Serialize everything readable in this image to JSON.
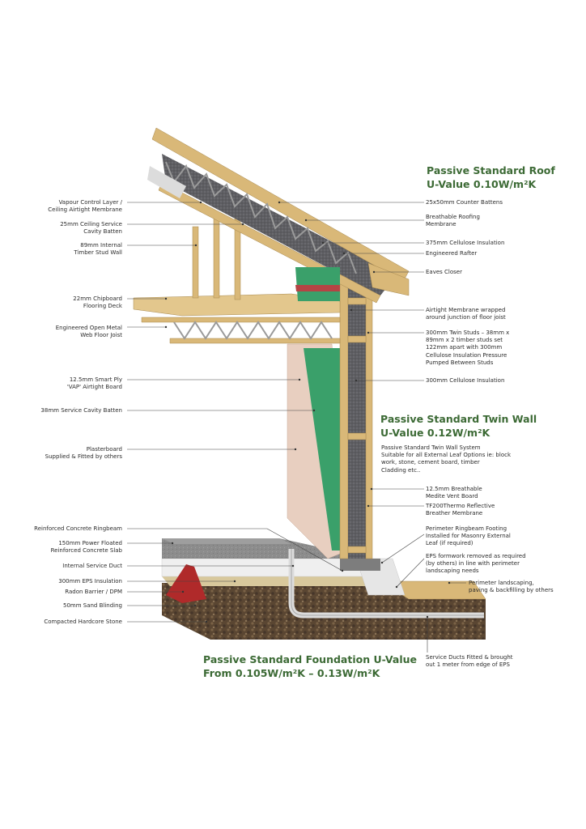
{
  "headings": {
    "roof": "Passive Standard Roof\nU-Value 0.10W/m²K",
    "wall": "Passive Standard Twin Wall\nU-Value 0.12W/m²K",
    "wall_desc": "Passive Standard Twin Wall System\nSuitable for all External Leaf Options ie: block\nwork, stone, cement board, timber\nCladding etc..",
    "foundation": "Passive Standard Foundation U-Value\nFrom 0.105W/m²K – 0.13W/m²K"
  },
  "labels_left": [
    {
      "text": "Vapour Control Layer /\nCeiling Airtight Membrane"
    },
    {
      "text": "25mm Ceiling Service\nCavity Batten"
    },
    {
      "text": "89mm Internal\nTimber Stud Wall"
    },
    {
      "text": "22mm Chipboard\nFlooring Deck"
    },
    {
      "text": "Engineered Open Metal\nWeb Floor Joist"
    },
    {
      "text": "12.5mm Smart Ply\n'VAP' Airtight Board"
    },
    {
      "text": "38mm Service Cavity Batten"
    },
    {
      "text": "Plasterboard\nSupplied & Fitted by others"
    },
    {
      "text": "Reinforced Concrete Ringbeam"
    },
    {
      "text": "150mm Power Floated\nReinforced Concrete Slab"
    },
    {
      "text": "Internal Service Duct"
    },
    {
      "text": "300mm EPS Insulation"
    },
    {
      "text": "Radon Barrier / DPM"
    },
    {
      "text": "50mm Sand Blinding"
    },
    {
      "text": "Compacted Hardcore Stone"
    }
  ],
  "labels_right": [
    {
      "text": "25x50mm Counter Battens"
    },
    {
      "text": "Breathable Roofing\nMembrane"
    },
    {
      "text": "375mm Cellulose Insulation"
    },
    {
      "text": "Engineered Rafter"
    },
    {
      "text": "Eaves Closer"
    },
    {
      "text": "Airtight Membrane wrapped\naround junction of floor joist"
    },
    {
      "text": "300mm Twin Studs – 38mm x\n89mm x 2 timber studs set\n122mm apart with 300mm\nCellulose Insulation Pressure\nPumped Between Studs"
    },
    {
      "text": "300mm Cellulose Insulation"
    },
    {
      "text": "12.5mm Breathable\nMedite Vent Board"
    },
    {
      "text": "TF200Thermo Reflective\nBreather Membrane"
    },
    {
      "text": "Perimeter Ringbeam Footing\nInstalled for Masonry External\nLeaf (if required)"
    },
    {
      "text": "EPS formwork removed as required\n(by others) in line with perimeter\nlandscaping needs"
    },
    {
      "text": "Perimeter landscaping,\npaving & backfilling by others"
    },
    {
      "text": "Service Ducts Fitted & brought\nout 1 meter from edge of EPS"
    }
  ],
  "colors": {
    "heading_green": "#3c6a35",
    "timber": "#d9b878",
    "membrane_green": "#3aa06a",
    "plasterboard": "#e8cfc0",
    "concrete": "#8c8c8c",
    "eps": "#efefef",
    "radon_red": "#b02a2a",
    "hardcore": "#5a4632"
  }
}
